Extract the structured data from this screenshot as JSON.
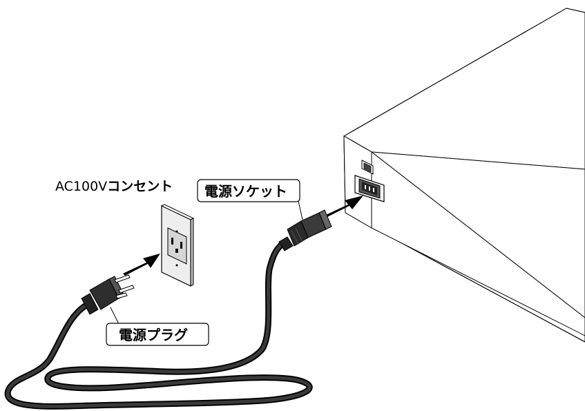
{
  "labels": {
    "outlet_prefix": "AC100V",
    "outlet_suffix": "コンセント",
    "socket": "電源ソケット",
    "plug": "電源プラグ"
  },
  "colors": {
    "ink": "#000000",
    "background": "#ffffff",
    "cable": "#1a1a1a",
    "arrow": "#000000",
    "outlet_plate": "#eeeeee",
    "outlet_face": "#d6d6d6"
  },
  "icons": [
    "power-switch-icon",
    "iec-inlet-icon",
    "wall-outlet-icon"
  ]
}
